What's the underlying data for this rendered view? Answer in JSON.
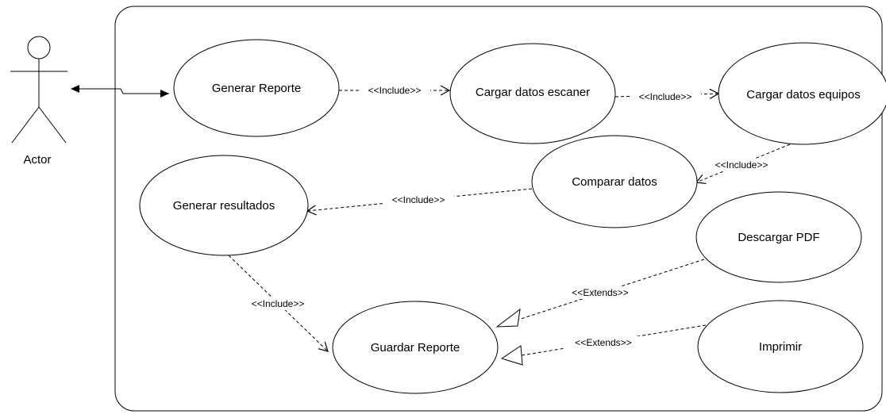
{
  "actor": {
    "label": "Actor"
  },
  "use_cases": {
    "generar_reporte": "Generar Reporte",
    "cargar_escaner": "Cargar datos escaner",
    "cargar_equipos": "Cargar datos equipos",
    "comparar_datos": "Comparar datos",
    "generar_resultados": "Generar resultados",
    "descargar_pdf": "Descargar PDF",
    "guardar_reporte": "Guardar Reporte",
    "imprimir": "Imprimir"
  },
  "relations": {
    "include_1": "<<Include>>",
    "include_2": "<<Include>>",
    "include_3": "<<Include>>",
    "include_4": "<<Include>>",
    "include_5": "<<Include>>",
    "extends_1": "<<Extends>>",
    "extends_2": "<<Extends>>"
  },
  "colors": {
    "stroke": "#000000",
    "background": "#ffffff"
  }
}
